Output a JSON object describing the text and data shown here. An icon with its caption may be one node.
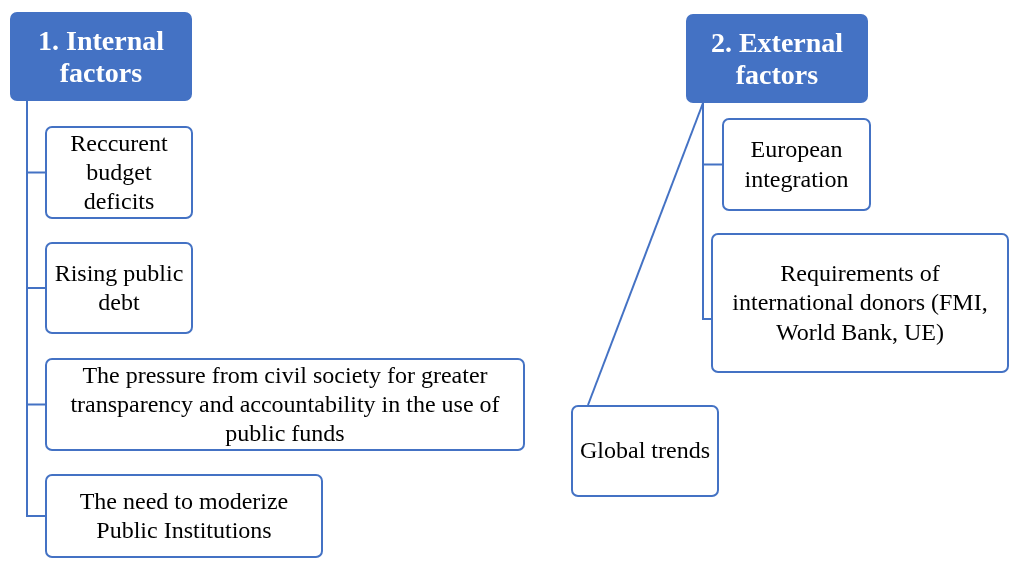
{
  "diagram": {
    "nodes": [
      {
        "text": [
          "1. Internal factors"
        ]
      },
      {
        "text": [
          "Reccurent budget deficits"
        ]
      },
      {
        "text": [
          "Rising public debt"
        ]
      },
      {
        "text": [
          "The pressure from civil society for greater transparency and accountability in the use of public funds"
        ]
      },
      {
        "text": [
          "The need to moderize Public Institutions"
        ]
      },
      {
        "text": [
          "2. External factors"
        ]
      },
      {
        "text": [
          "European integration"
        ]
      },
      {
        "text": [
          "Requirements of international donors (FMI, World Bank, UE)"
        ]
      },
      {
        "text": [
          "Global trends"
        ]
      }
    ],
    "edges": [
      {
        "from": 0,
        "to": 1,
        "arrow": "none"
      },
      {
        "from": 0,
        "to": 2,
        "arrow": "none"
      },
      {
        "from": 0,
        "to": 3,
        "arrow": "none"
      },
      {
        "from": 0,
        "to": 4,
        "arrow": "none"
      },
      {
        "from": 5,
        "to": 6,
        "arrow": "none"
      },
      {
        "from": 5,
        "to": 7,
        "arrow": "none"
      },
      {
        "from": 5,
        "to": 8,
        "arrow": "none"
      }
    ]
  }
}
